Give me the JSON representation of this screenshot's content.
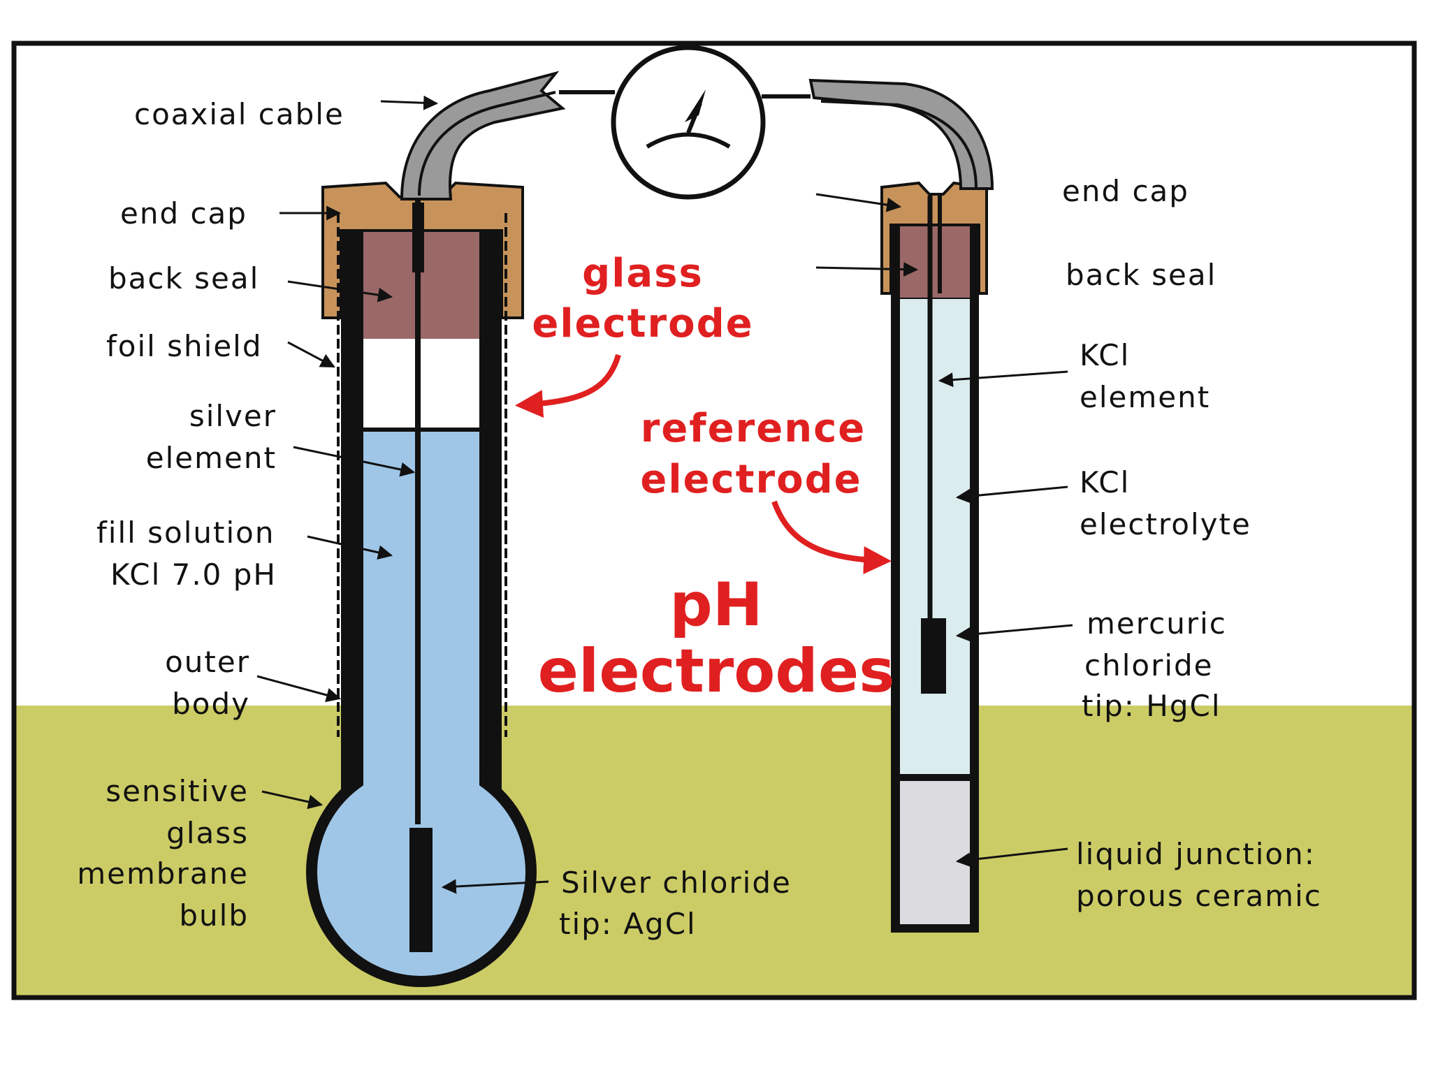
{
  "colors": {
    "sky": "#ffffff",
    "ground": "#cccc66",
    "cap": "#c8935a",
    "back_seal": "#9b6868",
    "fill_solution": "#9fc6e7",
    "reference_fill": "#dbecef",
    "porous_ceramic": "#dcdce0",
    "cable": "#9a9a9a",
    "accent_red": "#e02020",
    "outline": "#111111"
  },
  "titles": {
    "glass_electrode": [
      "glass",
      "electrode"
    ],
    "reference_electrode": [
      "reference",
      "electrode"
    ],
    "main": [
      "pH",
      "electrodes"
    ]
  },
  "glass_labels": {
    "coaxial_cable": "coaxial cable",
    "end_cap": "end cap",
    "back_seal": "back seal",
    "foil_shield": "foil shield",
    "silver_element": [
      "silver",
      "element"
    ],
    "fill_solution": [
      "fill solution",
      "KCl 7.0 pH"
    ],
    "outer_body": [
      "outer",
      "body"
    ],
    "sensitive_bulb": [
      "sensitive",
      "glass",
      "membrane",
      "bulb"
    ],
    "silver_chloride_tip": [
      "Silver chloride",
      "tip: AgCl"
    ]
  },
  "reference_labels": {
    "end_cap": "end cap",
    "back_seal": "back seal",
    "kcl_element": [
      "KCl",
      "element"
    ],
    "kcl_electrolyte": [
      "KCl",
      "electrolyte"
    ],
    "mercuric_tip": [
      "mercuric",
      "chloride",
      "tip: HgCl"
    ],
    "liquid_junction": [
      "liquid junction:",
      "porous ceramic"
    ]
  },
  "icons": {
    "meter": "voltmeter-dial-icon"
  }
}
